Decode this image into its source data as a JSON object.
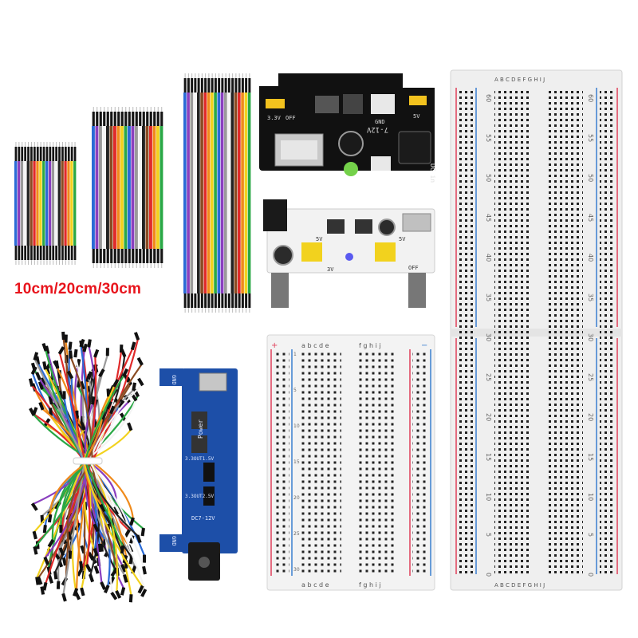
{
  "caption": "10cm/20cm/30cm",
  "colors": {
    "caption": "#e8141c",
    "breadboard": "#eeeeee",
    "rail_red": "#e0405a",
    "rail_blue": "#3a7fd0",
    "pcb_black": "#111111",
    "pcb_white": "#f2f2f2",
    "pcb_blue": "#1d4fa8"
  },
  "wires": [
    "#2a6bd6",
    "#8a3fbf",
    "#9a9a9a",
    "#f4f4f4",
    "#222222",
    "#8a4b22",
    "#e02a2a",
    "#f08a1a",
    "#f2d21e",
    "#2aa845"
  ],
  "boards": {
    "black_module": {
      "labels": [
        "DC in",
        "7-12V",
        "OFF",
        "3.3V",
        "5V",
        "GND"
      ]
    },
    "white_module": {
      "labels": [
        "5V",
        "3V",
        "5V",
        "OFF"
      ]
    },
    "blue_module": {
      "labels": [
        "GND",
        "Power",
        "3.3OUT1.5V",
        "3.3OUT2.5V",
        "DC7-12V",
        "GND"
      ]
    },
    "small_breadboard": {
      "cols_left": "a b c d e",
      "cols_right": "f g h i j",
      "rows": [
        "1",
        "5",
        "10",
        "15",
        "20",
        "25",
        "30"
      ],
      "plus": "+",
      "minus": "−"
    },
    "large_breadboard": {
      "cols": "A B C D E   F G H I J",
      "rows": [
        "60",
        "55",
        "50",
        "45",
        "40",
        "35",
        "30",
        "25",
        "20",
        "15",
        "10",
        "5",
        "0"
      ]
    }
  }
}
